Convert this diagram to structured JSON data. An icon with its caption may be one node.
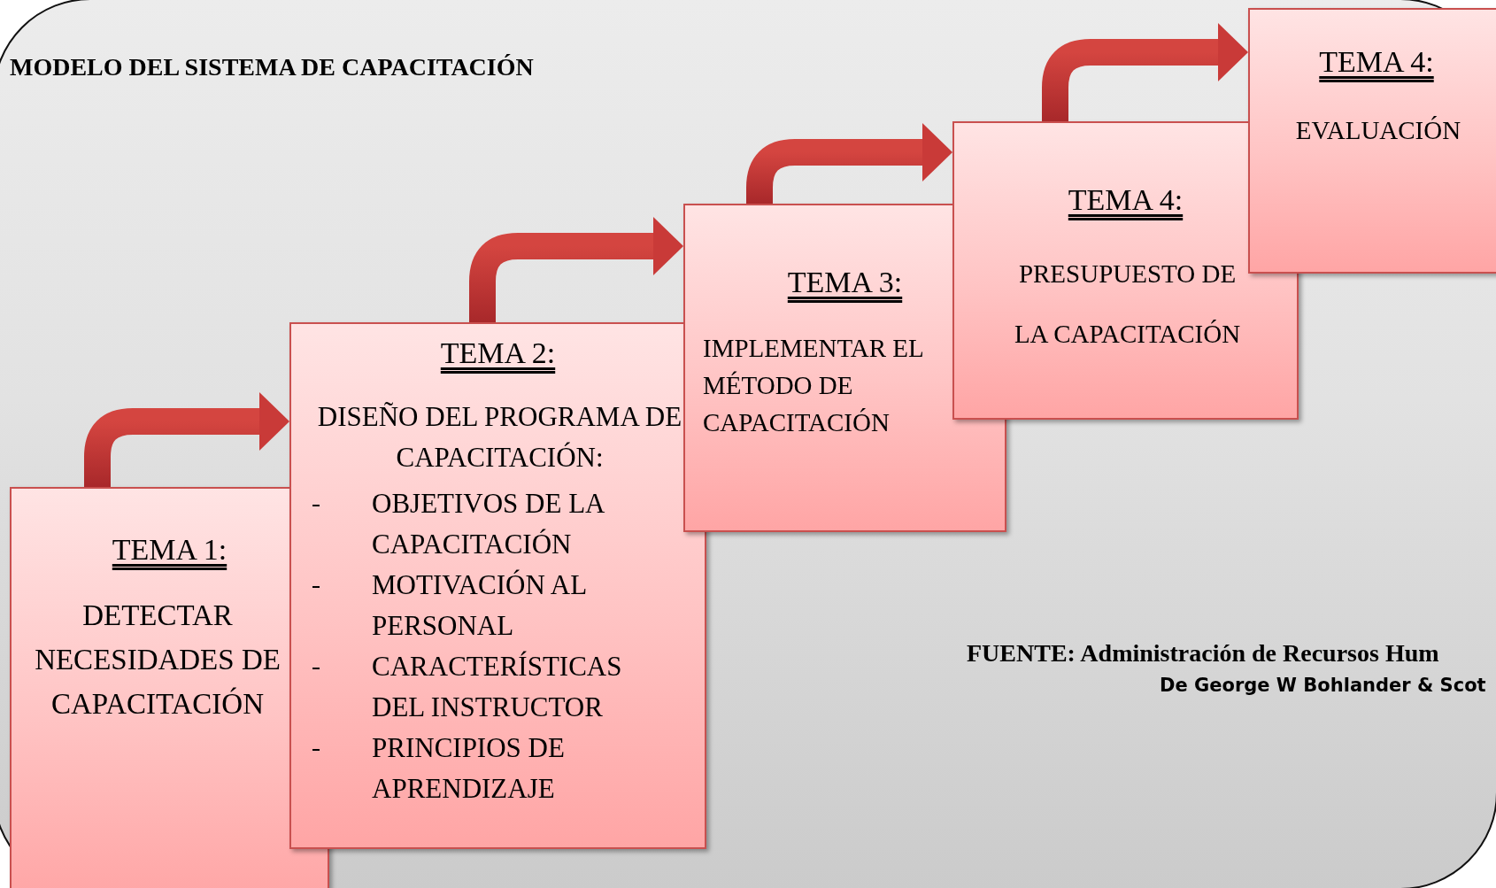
{
  "diagram": {
    "title": "MODELO DEL SISTEMA DE CAPACITACIÓN",
    "nodes": [
      {
        "text": [
          "TEMA 1:",
          "DETECTAR NECESIDADES DE CAPACITACIÓN"
        ]
      },
      {
        "text": [
          "TEMA 2:",
          "DISEÑO DEL PROGRAMA DE CAPACITACIÓN:",
          "OBJETIVOS DE LA CAPACITACIÓN",
          "MOTIVACIÓN AL PERSONAL",
          "CARACTERÍSTICAS DEL INSTRUCTOR",
          "PRINCIPIOS DE APRENDIZAJE"
        ]
      },
      {
        "text": [
          "TEMA 3:",
          "IMPLEMENTAR EL MÉTODO DE CAPACITACIÓN"
        ]
      },
      {
        "text": [
          "TEMA 4:",
          "PRESUPUESTO DE",
          "LA CAPACITACIÓN"
        ]
      },
      {
        "text": [
          "TEMA 4:",
          "EVALUACIÓN"
        ]
      }
    ],
    "edges": [
      {
        "from": 0,
        "to": 1,
        "arrow": "to"
      },
      {
        "from": 1,
        "to": 2,
        "arrow": "to"
      },
      {
        "from": 2,
        "to": 3,
        "arrow": "to"
      },
      {
        "from": 3,
        "to": 4,
        "arrow": "to"
      }
    ],
    "labels": [
      "FUENTE: Administración de Recursos Hum",
      "De George W Bohlander & Scot"
    ]
  }
}
